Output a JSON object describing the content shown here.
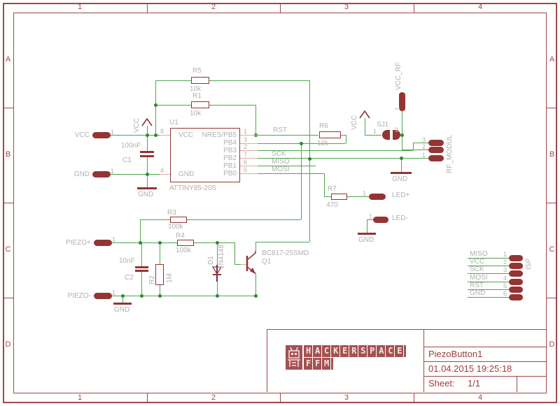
{
  "frame": {
    "cols": [
      "1",
      "2",
      "3",
      "4"
    ],
    "rows": [
      "A",
      "B",
      "C",
      "D"
    ]
  },
  "title_block": {
    "project": "PiezoButton1",
    "timestamp": "01.04.2015 19:25:18",
    "sheet_label": "Sheet:",
    "sheet_value": "1/1"
  },
  "logo": {
    "line1": "HACKERSPACE",
    "line2": "FFM"
  },
  "power_labels": {
    "vcc": "VCC",
    "gnd": "GND"
  },
  "components": {
    "u1": {
      "ref": "U1",
      "value": "ATTINY85-20S",
      "left_pins": [
        {
          "num": "8",
          "name": "VCC"
        },
        {
          "num": "4",
          "name": "GND"
        }
      ],
      "right_pins": [
        {
          "num": "1",
          "name": "NRES/PB5"
        },
        {
          "num": "3",
          "name": "PB4"
        },
        {
          "num": "2",
          "name": "PB3"
        },
        {
          "num": "7",
          "name": "PB2"
        },
        {
          "num": "6",
          "name": "PB1"
        },
        {
          "num": "5",
          "name": "PB0"
        }
      ]
    },
    "c1": {
      "ref": "C1",
      "value": "100nF"
    },
    "c2": {
      "ref": "C2",
      "value": "10nF"
    },
    "r1": {
      "ref": "R1",
      "value": "10k"
    },
    "r2": {
      "ref": "R2",
      "value": "1M"
    },
    "r3": {
      "ref": "R3",
      "value": "100k"
    },
    "r4": {
      "ref": "R4",
      "value": "100k"
    },
    "r5": {
      "ref": "R5",
      "value": "10k"
    },
    "r6": {
      "ref": "R6",
      "value": "10k"
    },
    "r7": {
      "ref": "R7",
      "value": "470"
    },
    "d1": {
      "ref": "D1",
      "value": "1N4148"
    },
    "q1": {
      "ref": "Q1",
      "value": "BC817-25SMD"
    },
    "sj1": {
      "ref": "SJ1",
      "pin1": "1",
      "pin2": "2"
    }
  },
  "connectors": {
    "vcc": {
      "name": "VCC",
      "pin": "1"
    },
    "gnd": {
      "name": "GND",
      "pin": "1"
    },
    "piezo_plus": {
      "name": "PIEZO+",
      "pin": "1"
    },
    "piezo_minus": {
      "name": "PIEZO-",
      "pin": "1"
    },
    "led_plus": {
      "name": "LED+",
      "pin": "1"
    },
    "led_minus": {
      "name": "LED-",
      "pin": "1"
    },
    "vcc_rf": {
      "name": "VCC_RF",
      "pin": "1"
    },
    "rf_modul": {
      "name": "RF_MODUL",
      "pins": [
        "3",
        "2",
        "1"
      ]
    },
    "isp": {
      "name": "ISP",
      "pins": [
        {
          "name": "MISO",
          "num": "1"
        },
        {
          "name": "VCC",
          "num": "2"
        },
        {
          "name": "SCK",
          "num": "3"
        },
        {
          "name": "MOSI",
          "num": "4"
        },
        {
          "name": "RST",
          "num": "5"
        },
        {
          "name": "GND",
          "num": "6"
        }
      ]
    }
  },
  "net_labels": {
    "rst": "RST",
    "sck": "SCK",
    "miso": "MISO",
    "mosi": "MOSI"
  },
  "colors": {
    "wire": "#4da64d",
    "junction": "#2e8b2e",
    "symbol": "#943434",
    "pin": "#e2a8a8",
    "label": "#b0b0b0",
    "frame": "#a04848",
    "title_text": "#a03c3c",
    "logo_block": "#a65151"
  }
}
